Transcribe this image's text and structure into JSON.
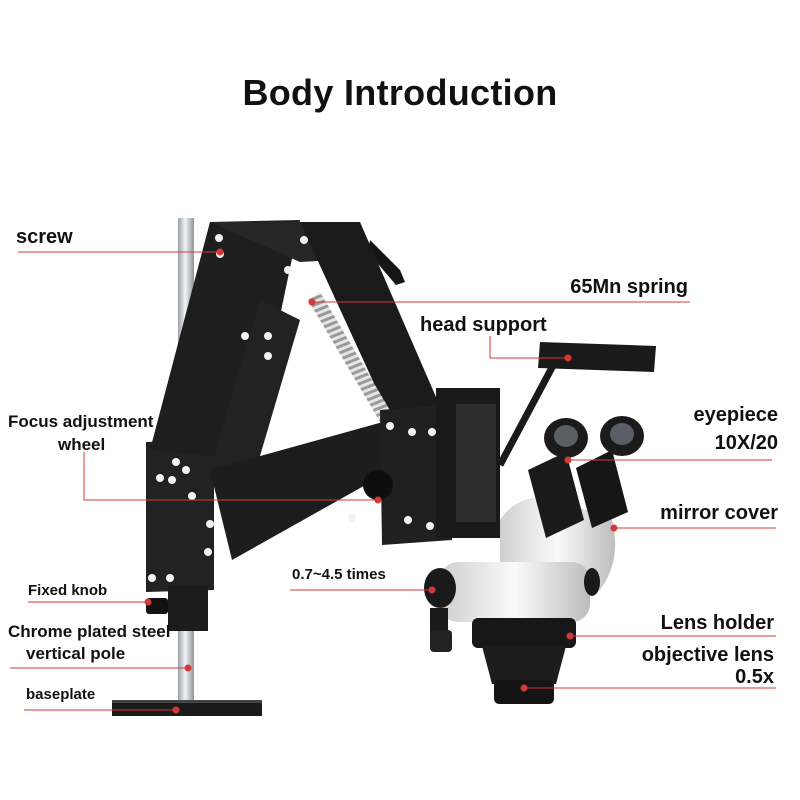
{
  "title": "Body Introduction",
  "colors": {
    "leader_line": "#d23a3a",
    "leader_dot": "#d23a3a",
    "arm_body": "#202020",
    "pole": "#c8ccd0",
    "lens_body": "#ececec",
    "text": "#111111"
  },
  "labels": {
    "screw": "screw",
    "spring": "65Mn spring",
    "head_support": "head support",
    "focus_line1": "Focus adjustment",
    "focus_line2": "wheel",
    "eyepiece_line1": "eyepiece",
    "eyepiece_line2": "10X/20",
    "mirror_cover": "mirror cover",
    "zoom_range": "0.7~4.5 times",
    "fixed_knob": "Fixed knob",
    "pole_line1": "Chrome plated steel",
    "pole_line2": "vertical pole",
    "baseplate": "baseplate",
    "lens_holder": "Lens holder",
    "objective_line1": "objective lens",
    "objective_line2": "0.5x"
  }
}
